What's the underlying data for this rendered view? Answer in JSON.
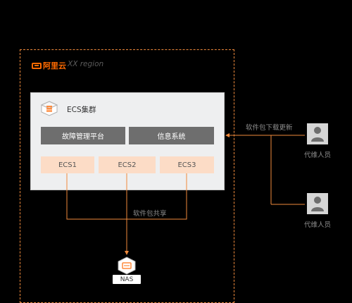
{
  "region": {
    "brand": "阿里云",
    "label": "XX region"
  },
  "cluster": {
    "title": "ECS集群",
    "services": [
      "故障管理平台",
      "信息系统"
    ],
    "nodes": [
      "ECS1",
      "ECS2",
      "ECS3"
    ]
  },
  "storage": {
    "share_label": "软件包共享",
    "nas_label": "NAS"
  },
  "maintenance": {
    "update_label": "软件包下载更新",
    "persons": [
      "代维人员",
      "代维人员"
    ]
  },
  "colors": {
    "accent": "#f08a3c",
    "ecs_fill": "#fcdcc6",
    "service_fill": "#6e6e6e",
    "cluster_fill": "#eeeff0"
  }
}
